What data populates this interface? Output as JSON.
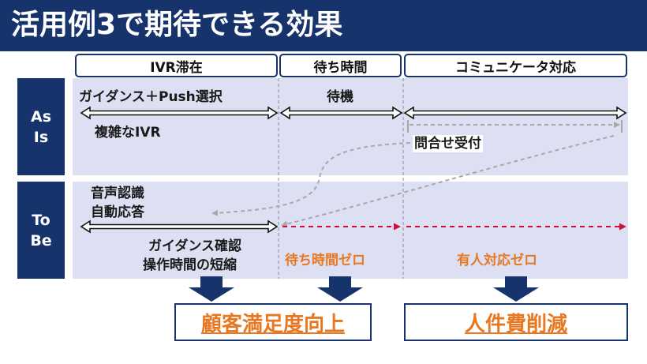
{
  "title": "活用例3で期待できる効果",
  "phases": {
    "ivr": "IVR滞在",
    "wait": "待ち時間",
    "comm": "コミュニケータ対応"
  },
  "rows": {
    "as_is": "As\nIs",
    "to_be": "To\nBe"
  },
  "as_is": {
    "guidance": "ガイダンス＋Push選択",
    "complex_ivr": "複雑なIVR",
    "waiting": "待機",
    "inquiry": "問合せ受付"
  },
  "to_be": {
    "speech_line1": "音声認識",
    "speech_line2": "自動応答",
    "confirm_line1": "ガイダンス確認",
    "confirm_line2": "操作時間の短縮",
    "zero_wait": "待ち時間ゼロ",
    "zero_staff": "有人対応ゼロ"
  },
  "results": {
    "satisfaction": "顧客満足度向上",
    "cost": "人件費削減"
  },
  "colors": {
    "navy": "#17336b",
    "lane": "#dde0f3",
    "orange": "#e87722",
    "red_dashed": "#d0103a",
    "gray_dashed": "#a8a8a8"
  }
}
